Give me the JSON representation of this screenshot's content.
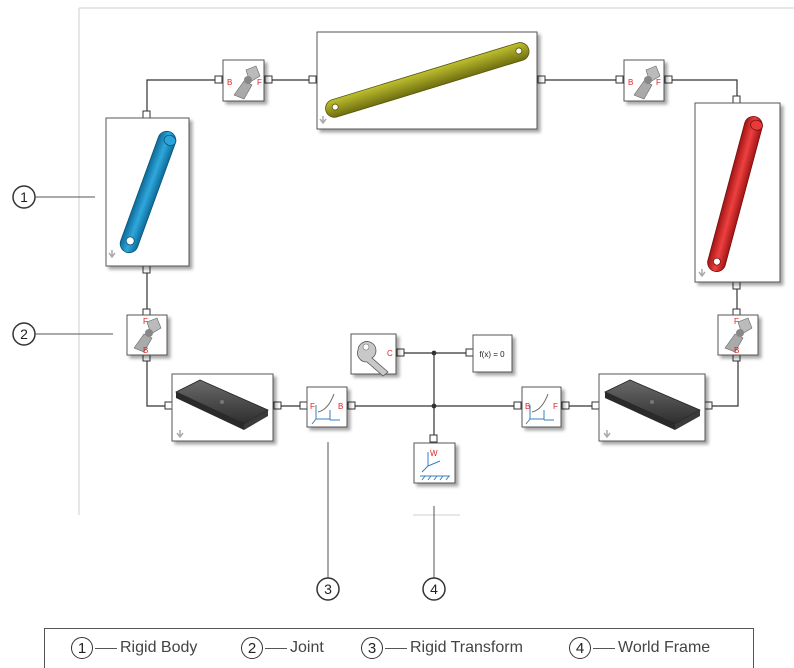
{
  "diagram": {
    "callouts": [
      {
        "number": "1"
      },
      {
        "number": "2"
      },
      {
        "number": "3"
      },
      {
        "number": "4"
      }
    ],
    "constraint_label": "f(x) = 0",
    "port_labels": {
      "base": "B",
      "follower": "F",
      "config": "C",
      "world": "W"
    }
  },
  "legend": {
    "items": [
      {
        "number": "1",
        "label": "Rigid Body"
      },
      {
        "number": "2",
        "label": "Joint"
      },
      {
        "number": "3",
        "label": "Rigid Transform"
      },
      {
        "number": "4",
        "label": "World Frame"
      }
    ]
  },
  "colors": {
    "body_blue": "#1f8fc4",
    "body_olive": "#9a9a1e",
    "body_red": "#d8282a",
    "plate_dark": "#4a4a4a",
    "port_red": "#e02020",
    "line": "#333333"
  }
}
